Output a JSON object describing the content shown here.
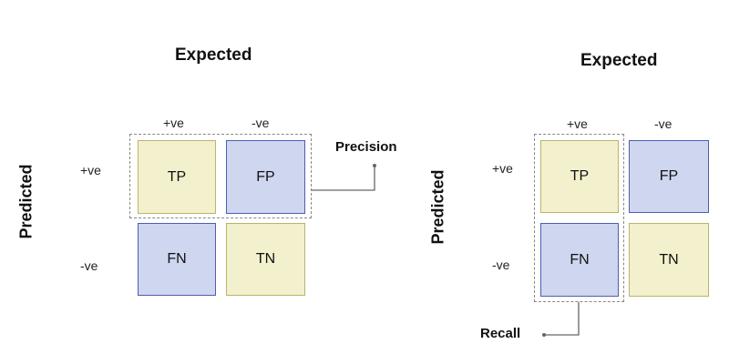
{
  "left": {
    "expected_title": "Expected",
    "predicted_title": "Predicted",
    "col_labels": [
      "+ve",
      "-ve"
    ],
    "row_labels": [
      "+ve",
      "-ve"
    ],
    "cells": {
      "tp": "TP",
      "fp": "FP",
      "fn": "FN",
      "tn": "TN"
    },
    "annotation": "Precision"
  },
  "right": {
    "expected_title": "Expected",
    "predicted_title": "Predicted",
    "col_labels": [
      "+ve",
      "-ve"
    ],
    "row_labels": [
      "+ve",
      "-ve"
    ],
    "cells": {
      "tp": "TP",
      "fp": "FP",
      "fn": "FN",
      "tn": "TN"
    },
    "annotation": "Recall"
  },
  "colors": {
    "positive_fill": "#f3f0cd",
    "negative_fill": "#cfd6ef",
    "dashed": "#888888"
  }
}
